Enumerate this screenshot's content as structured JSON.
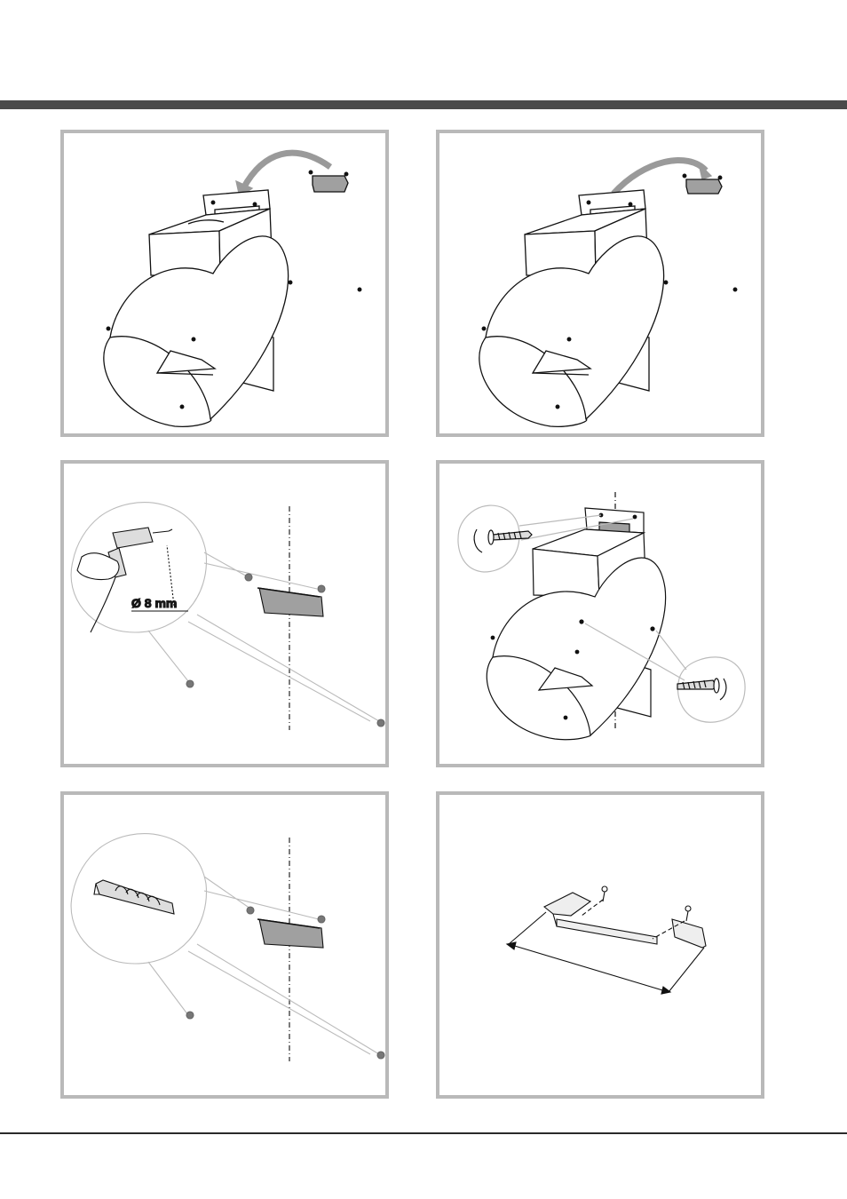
{
  "panels": [
    {
      "id": 1,
      "labels": []
    },
    {
      "id": 2,
      "labels": []
    },
    {
      "id": 3,
      "labels": [
        {
          "text": "Ø 8 mm"
        }
      ]
    },
    {
      "id": 4,
      "labels": []
    },
    {
      "id": 5,
      "labels": []
    },
    {
      "id": 6,
      "labels": []
    }
  ],
  "colors": {
    "frame": "#b9b9b9",
    "header_bar": "#4a4a4a",
    "bracket": "#a0a0a0",
    "arrow": "#9a9a9a"
  },
  "icons": [
    "curved-arrow-icon",
    "drill-icon",
    "screw-icon",
    "wall-plug-icon",
    "bracket-icon"
  ]
}
